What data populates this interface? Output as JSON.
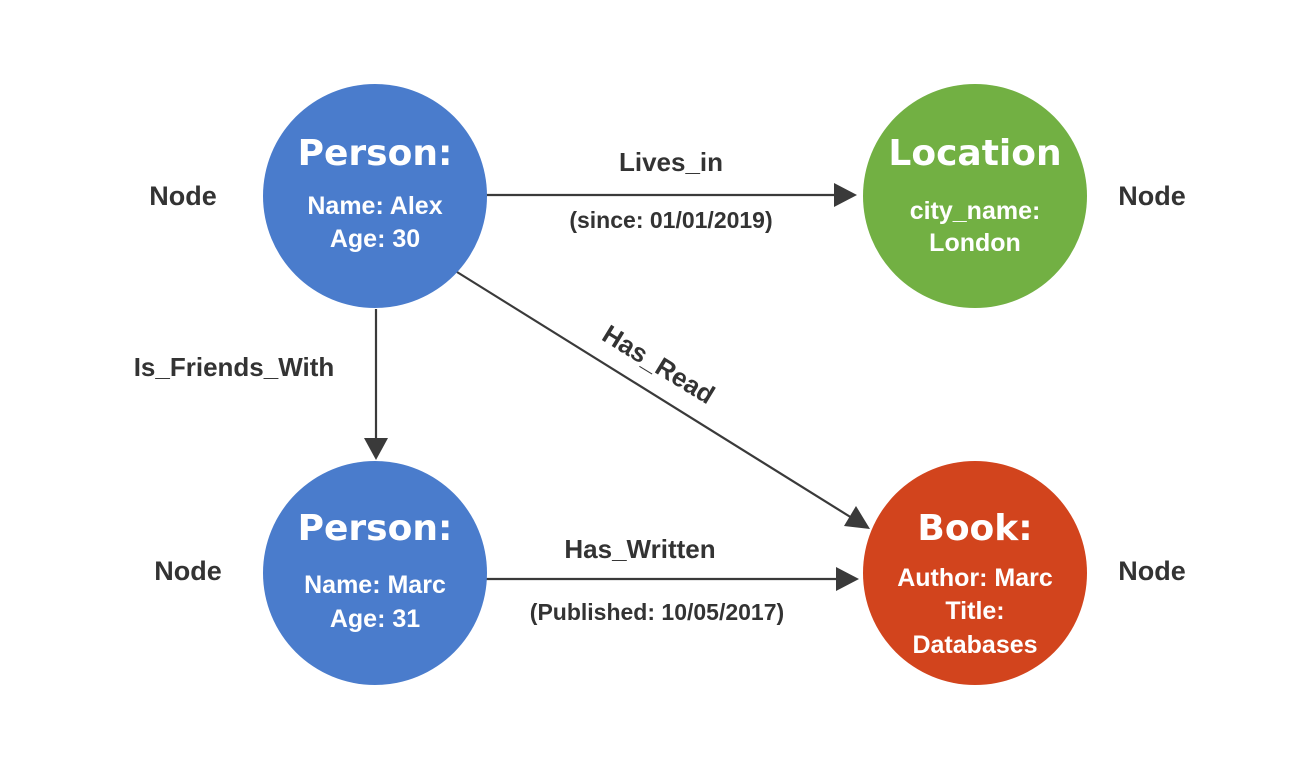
{
  "colors": {
    "person": "#4a7ccc",
    "location": "#72b043",
    "book": "#d2441d",
    "edge": "#3a3a3a",
    "text": "#333333"
  },
  "nodes": {
    "alex": {
      "title": "Person:",
      "props": [
        "Name: Alex",
        "Age: 30"
      ]
    },
    "location": {
      "title": "Location",
      "props": [
        "city_name:",
        "London"
      ]
    },
    "marc": {
      "title": "Person:",
      "props": [
        "Name: Marc",
        "Age: 31"
      ]
    },
    "book": {
      "title": "Book:",
      "props": [
        "Author: Marc",
        "Title:",
        "Databases"
      ]
    }
  },
  "side_labels": {
    "alex": "Node",
    "location": "Node",
    "marc": "Node",
    "book": "Node"
  },
  "edges": {
    "lives_in": {
      "label": "Lives_in",
      "sub": "(since: 01/01/2019)"
    },
    "is_friends_with": {
      "label": "Is_Friends_With"
    },
    "has_read": {
      "label": "Has_Read"
    },
    "has_written": {
      "label": "Has_Written",
      "sub": "(Published: 10/05/2017)"
    }
  }
}
